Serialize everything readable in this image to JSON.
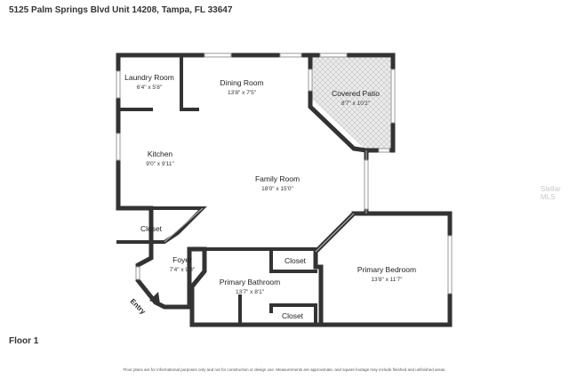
{
  "header": {
    "address": "5125 Palm Springs Blvd Unit 14208, Tampa, FL 33647"
  },
  "footer": {
    "floor": "Floor 1",
    "disclaimer": "Floor plans are for informational purposes only and not for construction or design use. Measurements are approximate, and square footage may include finished and unfinished areas."
  },
  "watermark": "Stellar MLS",
  "rooms": {
    "laundry": {
      "name": "Laundry Room",
      "dims": "6'4\" x 5'8\""
    },
    "dining": {
      "name": "Dining Room",
      "dims": "13'8\" x 7'5\""
    },
    "patio": {
      "name": "Covered Patio",
      "dims": "8'7\" x 10'2\""
    },
    "kitchen": {
      "name": "Kitchen",
      "dims": "9'0\" x 9'11\""
    },
    "family": {
      "name": "Family Room",
      "dims": "18'0\" x 15'0\""
    },
    "closet_left": {
      "name": "Closet"
    },
    "foyer": {
      "name": "Foyer",
      "dims": "7'4\" x 9'8\""
    },
    "closet_bath_top": {
      "name": "Closet"
    },
    "closet_bath_bottom": {
      "name": "Closet"
    },
    "bath": {
      "name": "Primary Bathroom",
      "dims": "13'7\" x 8'1\""
    },
    "bedroom": {
      "name": "Primary Bedroom",
      "dims": "13'8\" x 11'7\""
    }
  },
  "entry_label": "Entry"
}
